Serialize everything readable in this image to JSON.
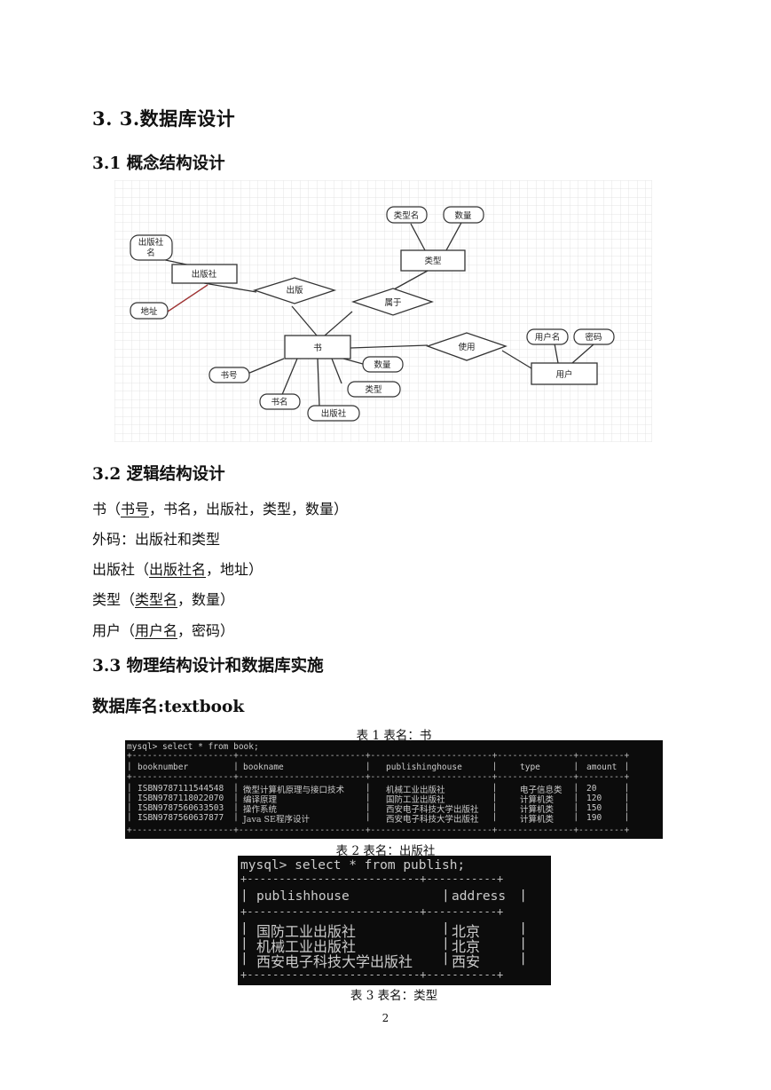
{
  "section": {
    "title": "3. 3.数据库设计"
  },
  "conceptual": {
    "heading": "3.1  概念结构设计",
    "er": {
      "entities": [
        "出版社",
        "类型",
        "书",
        "用户"
      ],
      "attributes": [
        "出版社\n名",
        "地址",
        "类型名",
        "数量",
        "书号",
        "书名",
        "出版社",
        "数量",
        "类型",
        "用户名",
        "密码"
      ],
      "relations": [
        "出版",
        "属于",
        "使用"
      ]
    }
  },
  "logical": {
    "heading": "3.2  逻辑结构设计",
    "line1": {
      "pre": "书（",
      "key": "书号",
      "post": "，书名，出版社，类型，数量）"
    },
    "line2": "外码：出版社和类型",
    "line3": {
      "pre": "出版社（",
      "key": "出版社名",
      "post": "，地址）"
    },
    "line4": {
      "pre": "类型（",
      "key": "类型名",
      "post": "，数量）"
    },
    "line5": {
      "pre": "用户（",
      "key": "用户名",
      "post": "，密码）"
    }
  },
  "physical": {
    "heading": "3.3  物理结构设计和数据库实施",
    "dbname": "数据库名:textbook"
  },
  "table1": {
    "caption": "表 1  表名：书",
    "command": "mysql> select * from book;",
    "columns": [
      "booknumber",
      "bookname",
      "publishinghouse",
      "type",
      "amount"
    ],
    "rows": [
      [
        "ISBN9787111544548",
        "微型计算机原理与接口技术",
        "机械工业出版社",
        "电子信息类",
        "20"
      ],
      [
        "ISBN9787118022070",
        "编译原理",
        "国防工业出版社",
        "计算机类",
        "120"
      ],
      [
        "ISBN9787560633503",
        "操作系统",
        "西安电子科技大学出版社",
        "计算机类",
        "150"
      ],
      [
        "ISBN9787560637877",
        "Java SE程序设计",
        "西安电子科技大学出版社",
        "计算机类",
        "190"
      ]
    ]
  },
  "table2": {
    "caption": "表 2 表名：出版社",
    "command": "mysql> select * from publish;",
    "columns": [
      "publishhouse",
      "address"
    ],
    "rows": [
      [
        "国防工业出版社",
        "北京"
      ],
      [
        "机械工业出版社",
        "北京"
      ],
      [
        "西安电子科技大学出版社",
        "西安"
      ]
    ]
  },
  "table3": {
    "caption": "表 3 表名：类型"
  },
  "page": {
    "number": "2"
  }
}
